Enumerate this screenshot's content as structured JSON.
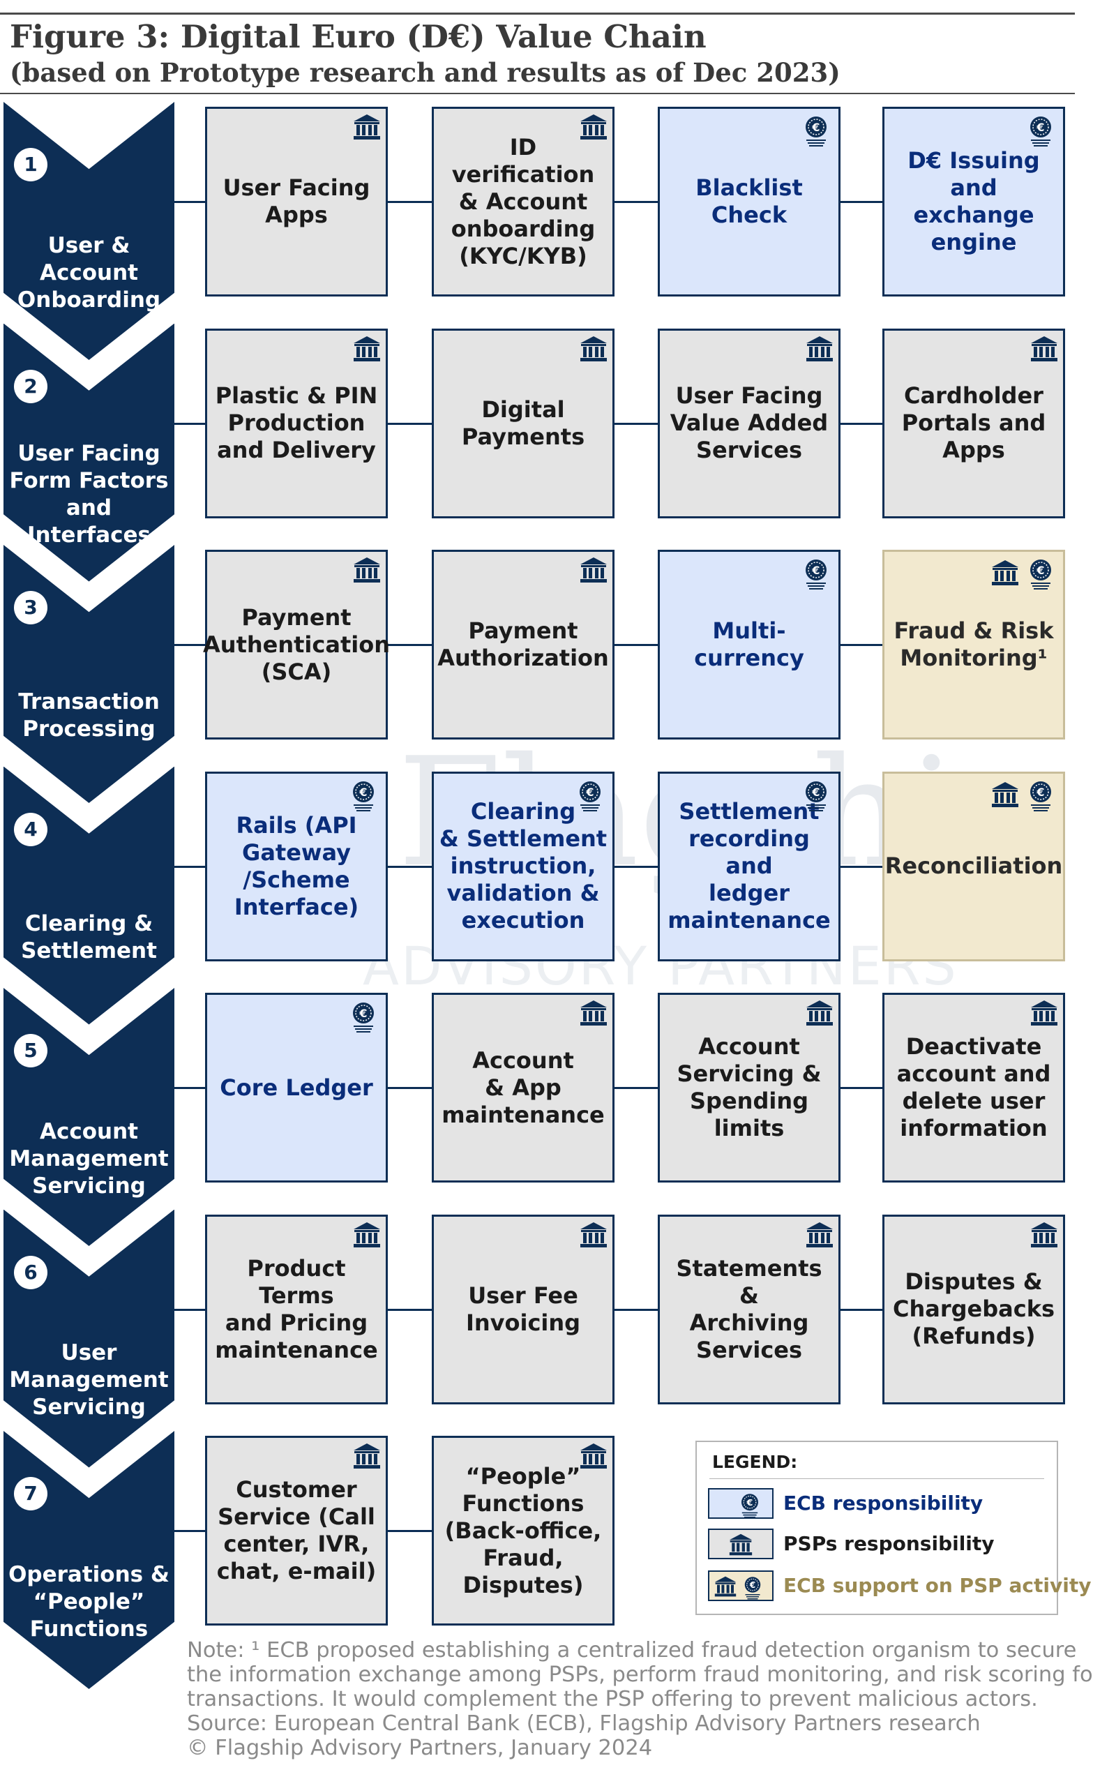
{
  "figure": {
    "title": "Figure 3: Digital Euro (D€) Value Chain",
    "subtitle": "(based on Prototype research and results as of Dec 2023)"
  },
  "watermark": {
    "name": "Flagship",
    "sub": "ADVISORY PARTNERS"
  },
  "stages": [
    {
      "number": "1",
      "label": "User &\nAccount\nOnboarding",
      "boxes": [
        {
          "label": "User Facing\nApps",
          "type": "psp"
        },
        {
          "label": "ID verification\n& Account\nonboarding\n(KYC/KYB)",
          "type": "psp"
        },
        {
          "label": "Blacklist\nCheck",
          "type": "ecb"
        },
        {
          "label": "D€ Issuing\nand exchange\nengine",
          "type": "ecb"
        }
      ]
    },
    {
      "number": "2",
      "label": "User Facing\nForm Factors\nand\nInterfaces",
      "boxes": [
        {
          "label": "Plastic & PIN\nProduction\nand Delivery",
          "type": "psp"
        },
        {
          "label": "Digital\nPayments",
          "type": "psp"
        },
        {
          "label": "User Facing\nValue Added\nServices",
          "type": "psp"
        },
        {
          "label": "Cardholder\nPortals and\nApps",
          "type": "psp"
        }
      ]
    },
    {
      "number": "3",
      "label": "Transaction\nProcessing",
      "boxes": [
        {
          "label": "Payment\nAuthentication\n(SCA)",
          "type": "psp"
        },
        {
          "label": "Payment\nAuthorization",
          "type": "psp"
        },
        {
          "label": "Multi-currency",
          "type": "ecb"
        },
        {
          "label": "Fraud & Risk\nMonitoring¹",
          "type": "both"
        }
      ]
    },
    {
      "number": "4",
      "label": "Clearing &\nSettlement",
      "boxes": [
        {
          "label": "Rails (API\nGateway\n/Scheme\nInterface)",
          "type": "ecb"
        },
        {
          "label": "Clearing\n& Settlement\ninstruction,\nvalidation &\nexecution",
          "type": "ecb"
        },
        {
          "label": "Settlement\nrecording and\nledger\nmaintenance",
          "type": "ecb"
        },
        {
          "label": "Reconciliation",
          "type": "both"
        }
      ]
    },
    {
      "number": "5",
      "label": "Account\nManagement\nServicing",
      "boxes": [
        {
          "label": "Core Ledger",
          "type": "ecb"
        },
        {
          "label": "Account\n& App\nmaintenance",
          "type": "psp"
        },
        {
          "label": "Account\nServicing &\nSpending\nlimits",
          "type": "psp"
        },
        {
          "label": "Deactivate\naccount and\ndelete user\ninformation",
          "type": "psp"
        }
      ]
    },
    {
      "number": "6",
      "label": "User\nManagement\nServicing",
      "boxes": [
        {
          "label": "Product Terms\nand Pricing\nmaintenance",
          "type": "psp"
        },
        {
          "label": "User Fee\nInvoicing",
          "type": "psp"
        },
        {
          "label": "Statements &\nArchiving\nServices",
          "type": "psp"
        },
        {
          "label": "Disputes &\nChargebacks\n(Refunds)",
          "type": "psp"
        }
      ]
    },
    {
      "number": "7",
      "label": "Operations &\n“People”\nFunctions",
      "boxes": [
        {
          "label": "Customer\nService (Call\ncenter, IVR,\nchat, e-mail)",
          "type": "psp"
        },
        {
          "label": "“People”\nFunctions\n(Back-office,\nFraud,\nDisputes)",
          "type": "psp"
        }
      ]
    }
  ],
  "legend": {
    "title": "LEGEND:",
    "items": [
      {
        "label": "ECB responsibility",
        "type": "ecb",
        "color": "#0a2d7a"
      },
      {
        "label": "PSPs responsibility",
        "type": "psp",
        "color": "#1b1b1b"
      },
      {
        "label": "ECB support on PSP activity",
        "type": "both",
        "color": "#9b8a52"
      }
    ]
  },
  "note": "Note: ¹ ECB proposed establishing a centralized fraud detection organism to secure\nthe information exchange among PSPs, perform fraud monitoring, and risk scoring fo\ntransactions. It would complement the PSP offering to prevent malicious actors.\nSource: European Central Bank (ECB), Flagship Advisory Partners research\n© Flagship Advisory Partners, January 2024",
  "colors": {
    "navy": "#0d2e55",
    "ecb_fill": "#dbe6fb",
    "psp_fill": "#e4e4e4",
    "support_fill": "#f2e9cf"
  },
  "icons": {
    "psp": "bank-building-icon",
    "ecb": "ecb-euro-seal-icon"
  }
}
